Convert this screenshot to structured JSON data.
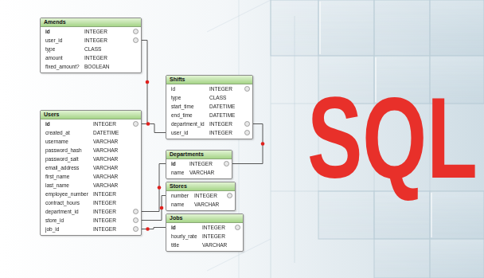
{
  "diagram": {
    "nodes": [
      {
        "text": [
          "Amends",
          "id",
          "INTEGER",
          "user_id",
          "INTEGER",
          "type",
          "CLASS",
          "amount",
          "INTEGER",
          "fixed_amount?",
          "BOOLEAN"
        ]
      },
      {
        "text": [
          "Shifts",
          "id",
          "INTEGER",
          "type",
          "CLASS",
          "start_time",
          "DATETIME",
          "end_time",
          "DATETIME",
          "department_id",
          "INTEGER",
          "user_id",
          "INTEGER"
        ]
      },
      {
        "text": [
          "Users",
          "id",
          "INTEGER",
          "created_at",
          "DATETIME",
          "username",
          "VARCHAR",
          "password_hash",
          "VARCHAR",
          "password_salt",
          "VARCHAR",
          "email_address",
          "VARCHAR",
          "first_name",
          "VARCHAR",
          "last_name",
          "VARCHAR",
          "employee_number",
          "INTEGER",
          "contract_hours",
          "INTEGER",
          "department_id",
          "INTEGER",
          "store_id",
          "INTEGER",
          "job_id",
          "INTEGER"
        ]
      },
      {
        "text": [
          "Departments",
          "id",
          "INTEGER",
          "name",
          "VARCHAR"
        ]
      },
      {
        "text": [
          "Stores",
          "number",
          "INTEGER",
          "name",
          "VARCHAR"
        ]
      },
      {
        "text": [
          "Jobs",
          "id",
          "INTEGER",
          "hourly_rate",
          "INTEGER",
          "title",
          "VARCHAR"
        ]
      }
    ],
    "edges": [
      {
        "from": 0,
        "to": 2,
        "arrow": "none"
      },
      {
        "from": 1,
        "to": 2,
        "arrow": "none"
      },
      {
        "from": 1,
        "to": 3,
        "arrow": "none"
      },
      {
        "from": 2,
        "to": 3,
        "arrow": "none"
      },
      {
        "from": 2,
        "to": 4,
        "arrow": "none"
      },
      {
        "from": 2,
        "to": 5,
        "arrow": "none"
      }
    ],
    "labels": [
      "SQL"
    ]
  }
}
